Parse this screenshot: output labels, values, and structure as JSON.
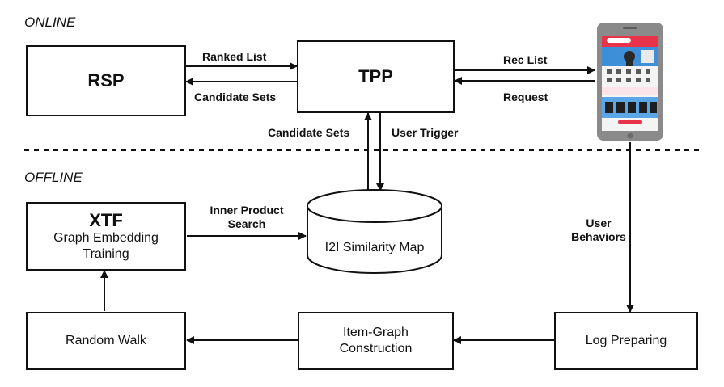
{
  "sections": {
    "online": "ONLINE",
    "offline": "OFFLINE"
  },
  "boxes": {
    "rsp": "RSP",
    "tpp": "TPP",
    "xtf_title": "XTF",
    "xtf_line1": "Graph Embedding",
    "xtf_line2": "Training",
    "i2i": "I2I Similarity Map",
    "random_walk": "Random Walk",
    "item_graph_line1": "Item-Graph",
    "item_graph_line2": "Construction",
    "log_preparing": "Log Preparing"
  },
  "edges": {
    "ranked_list": "Ranked List",
    "candidate_sets_rsp": "Candidate Sets",
    "rec_list": "Rec List",
    "request": "Request",
    "candidate_sets_i2i": "Candidate Sets",
    "user_trigger": "User Trigger",
    "inner_product_line1": "Inner Product",
    "inner_product_line2": "Search",
    "user_behaviors_line1": "User",
    "user_behaviors_line2": "Behaviors"
  },
  "colors": {
    "stroke": "#111111",
    "phone_body": "#8a8a8a",
    "app_accent": "#e8334a",
    "app_blue": "#3d8fd8"
  }
}
